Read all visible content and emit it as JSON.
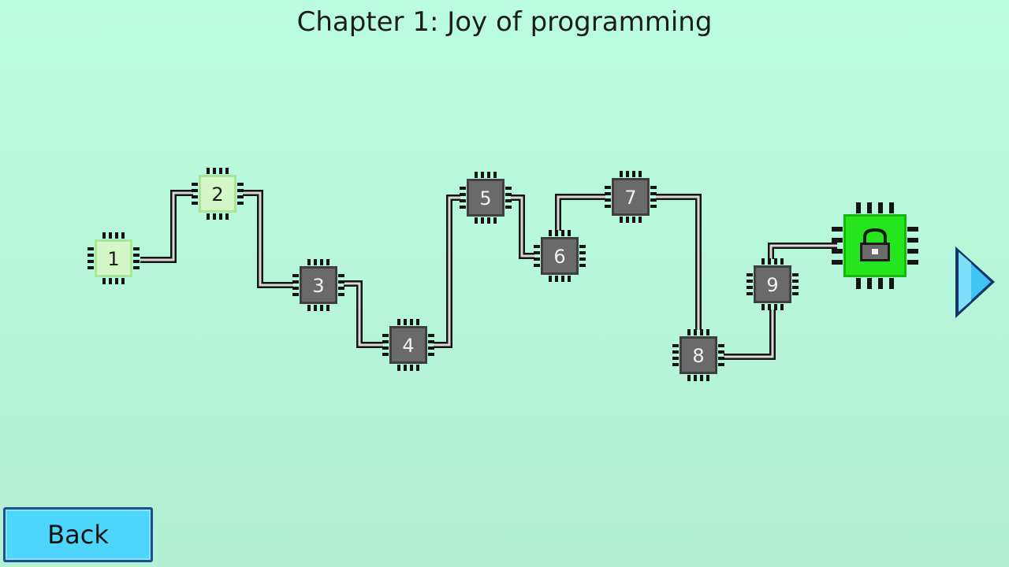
{
  "title": "Chapter 1: Joy of programming",
  "back_label": "Back",
  "levels": [
    {
      "label": "1",
      "state": "unlocked"
    },
    {
      "label": "2",
      "state": "unlocked"
    },
    {
      "label": "3",
      "state": "locked"
    },
    {
      "label": "4",
      "state": "locked"
    },
    {
      "label": "5",
      "state": "locked"
    },
    {
      "label": "6",
      "state": "locked"
    },
    {
      "label": "7",
      "state": "locked"
    },
    {
      "label": "8",
      "state": "locked"
    },
    {
      "label": "9",
      "state": "locked"
    }
  ],
  "boss": {
    "icon": "padlock-icon",
    "state": "locked"
  },
  "next_icon": "triangle-right-icon",
  "colors": {
    "unlocked_chip": "#d4f7c8",
    "locked_chip": "#6a6a6a",
    "boss_chip": "#25e61c",
    "back_button": "#4dd5fb",
    "next_arrow": "#3fc4f5"
  }
}
